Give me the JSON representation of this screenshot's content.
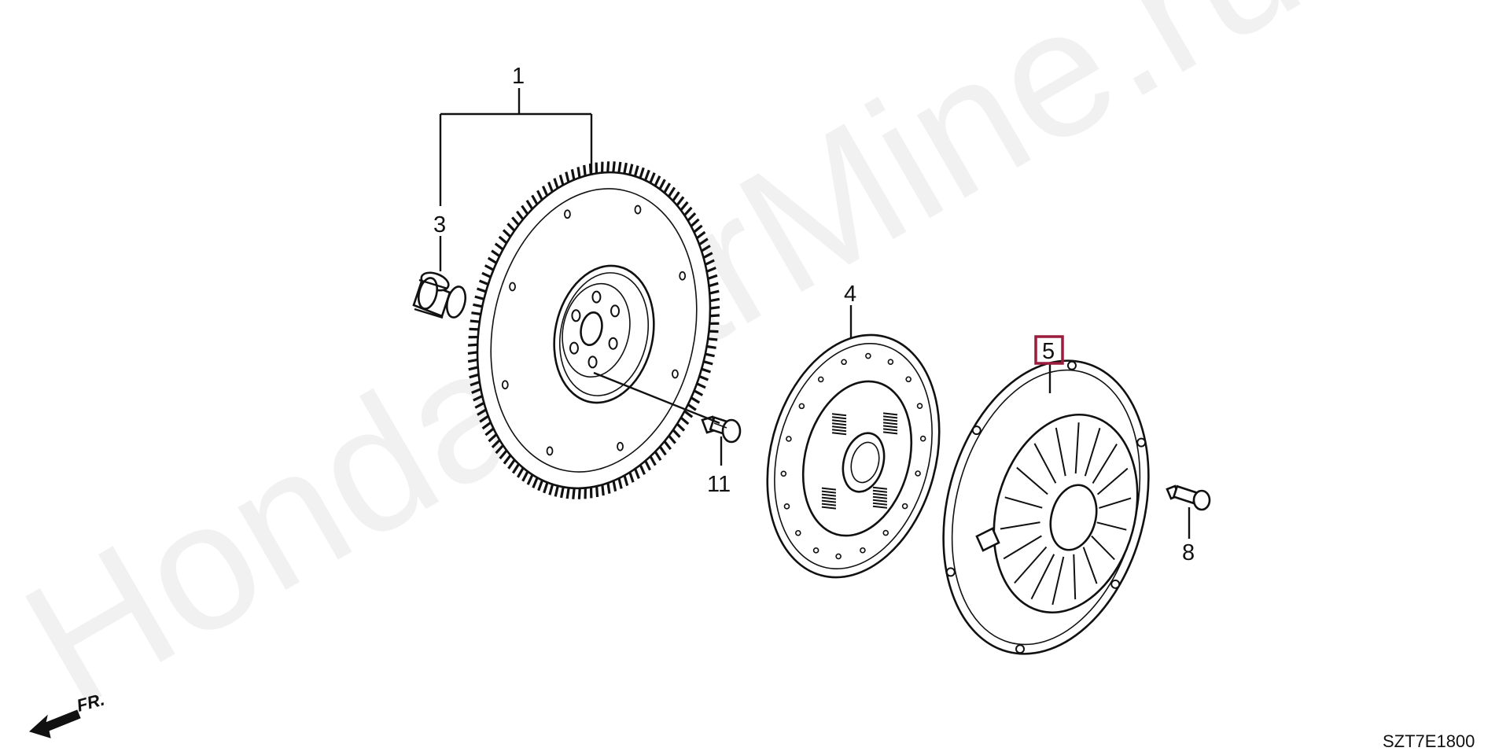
{
  "watermark": "HondaCarMine.ru",
  "diagram_code": "SZT7E1800",
  "direction_label": "FR.",
  "highlight_color": "#9b1c3c",
  "callouts": [
    {
      "id": "1",
      "text": "1",
      "part": "flywheel-assembly"
    },
    {
      "id": "3",
      "text": "3",
      "part": "pilot-bushing"
    },
    {
      "id": "4",
      "text": "4",
      "part": "clutch-disc"
    },
    {
      "id": "5",
      "text": "5",
      "part": "pressure-plate",
      "highlighted": true
    },
    {
      "id": "8",
      "text": "8",
      "part": "pressure-plate-bolt"
    },
    {
      "id": "11",
      "text": "11",
      "part": "flywheel-bolt"
    }
  ]
}
